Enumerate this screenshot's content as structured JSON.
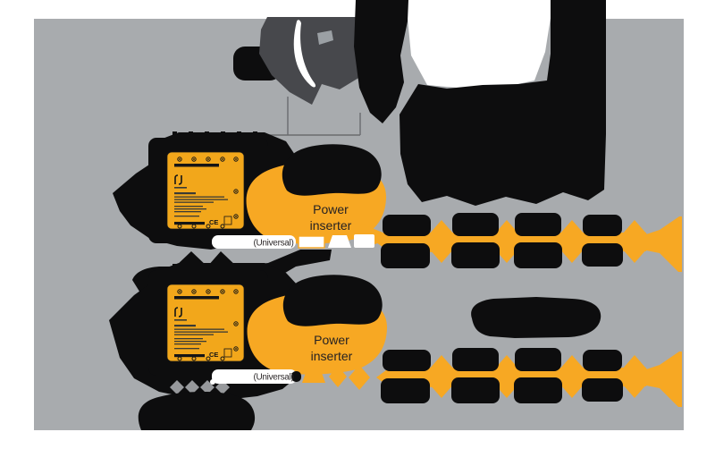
{
  "diagram": {
    "type": "satellite-tv-distribution",
    "labels": {
      "power_inserter_line1": "Power",
      "power_inserter_line2": "inserter",
      "universal": "(Universal)",
      "ce_mark": "CE"
    },
    "colors": {
      "page_background": "#ffffff",
      "canvas_gray": "#a8abae",
      "blob_black": "#0d0d0e",
      "accent_yellow": "#f7a823",
      "dish_dark_gray": "#47484c",
      "wire_gray": "#6a6c6f",
      "label_text_dark": "#262223",
      "diamond_gray": "#97999c"
    },
    "devices": [
      {
        "id": "multiswitch-1"
      },
      {
        "id": "multiswitch-2"
      }
    ],
    "power_inserters": 2,
    "outlet_chains": [
      {
        "position": "upper",
        "blob_clusters": 4
      },
      {
        "position": "lower",
        "blob_clusters": 4
      }
    ]
  }
}
